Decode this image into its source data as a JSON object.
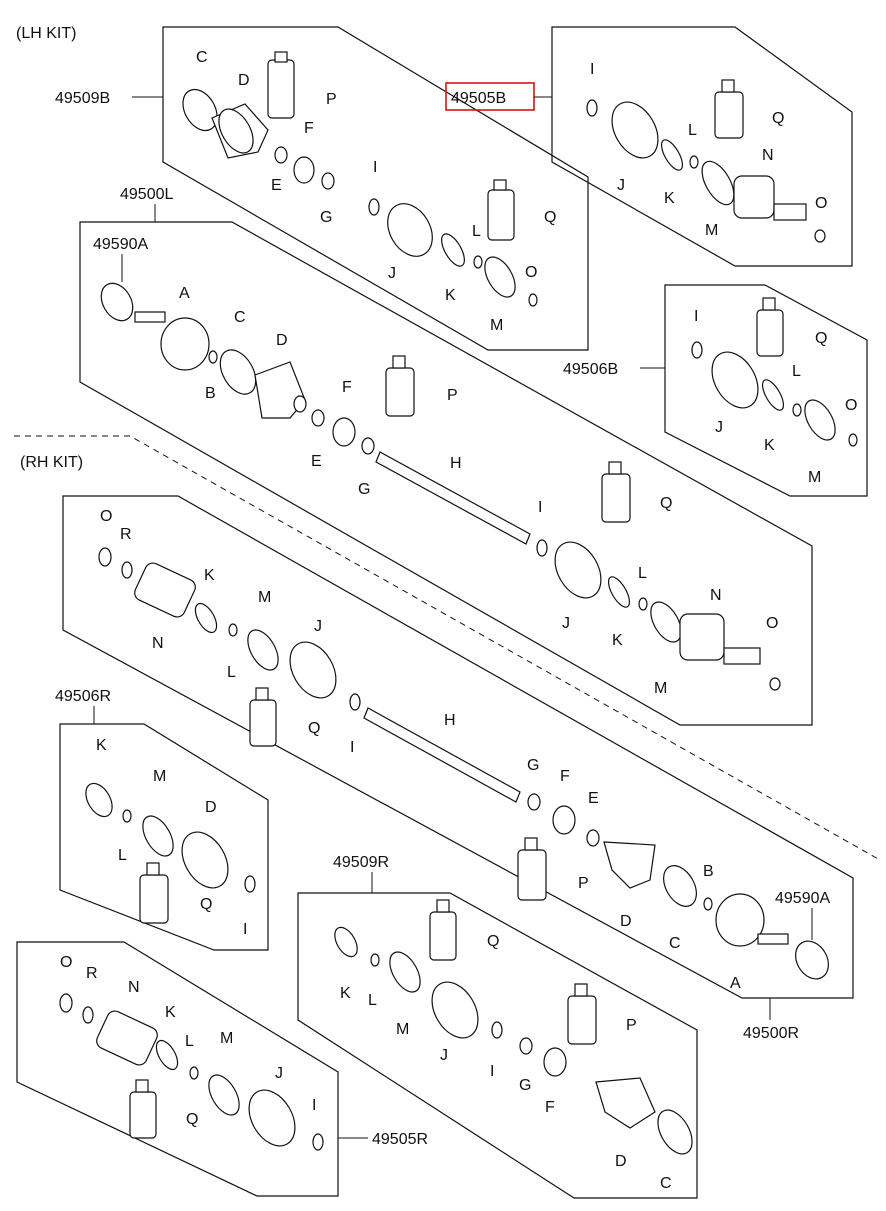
{
  "labels": {
    "lh_kit": "(LH KIT)",
    "rh_kit": "(RH KIT)"
  },
  "callouts": {
    "c49509B": "49509B",
    "c49505B": "49505B",
    "c49500L": "49500L",
    "c49590A_l": "49590A",
    "c49506B": "49506B",
    "c49506R": "49506R",
    "c49509R": "49509R",
    "c49590A_r": "49590A",
    "c49500R": "49500R",
    "c49505R": "49505R"
  },
  "highlight_color": "#d11111",
  "part_letters": [
    "A",
    "B",
    "C",
    "D",
    "E",
    "F",
    "G",
    "H",
    "I",
    "J",
    "K",
    "L",
    "M",
    "N",
    "O",
    "P",
    "Q",
    "R"
  ]
}
